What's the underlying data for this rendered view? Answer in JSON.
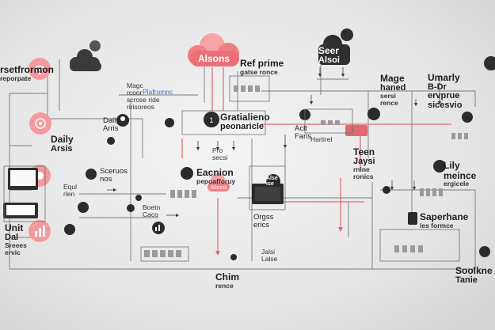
{
  "colors": {
    "accent": "#e06a70",
    "accent_light": "#f39a9e",
    "dark": "#2b2b2b",
    "line": "#6e6e6e",
    "bg": "#eaeaea"
  },
  "cloud_main": {
    "text": "Alsons"
  },
  "cloud_small": {
    "text": "Alsons"
  },
  "labels": {
    "ext_performance": [
      "rsetfrormon",
      "reporpate"
    ],
    "daily_arsis": [
      "Daily",
      "Arsis"
    ],
    "unit_dal": [
      "Unit",
      "Dal",
      "Sreees",
      "ervic"
    ],
    "magc_crese": [
      "Magc",
      "rcoor",
      "scrose ride",
      "ririsoreos"
    ],
    "daily_arris_mid": [
      "Daily",
      "Arris"
    ],
    "ref_prime": [
      "Ref prime",
      "gatse ronce"
    ],
    "platform_blue": [
      "Plafromnc"
    ],
    "gratia_lieno": [
      "Gratialieno",
      "peonaricle"
    ],
    "aclt_faris": [
      "Aclt",
      "Faris"
    ],
    "pro_secsi": [
      "Pro",
      "secsi"
    ],
    "sceruos": [
      "Sceruos",
      "nos"
    ],
    "equl_rlen": [
      "Equl",
      "rlen"
    ],
    "eacnion": [
      "Eacnion",
      "pepoafforuy"
    ],
    "boetn_caco": [
      "Boetn",
      "Caco"
    ],
    "orgss": [
      "Orgss",
      "erics"
    ],
    "chim_rence": [
      "Chim",
      "rence"
    ],
    "seer_alsoi": [
      "Seer",
      "Alsoi"
    ],
    "mage_haned": [
      "Mage",
      "haned",
      "sersi",
      "rence"
    ],
    "hartirel": [
      "Hartirel"
    ],
    "teen_jaysi": [
      "Teen",
      "Jaysi",
      "rnine",
      "ronics"
    ],
    "umarly": [
      "Umarly",
      "B-Dr",
      "ervprue",
      "sicesvio"
    ],
    "lily_mence": [
      "Lily meince",
      "ergicele"
    ],
    "saperhane": [
      "Saperhane",
      "les formce"
    ],
    "jalsi_lalse": [
      "Jalsi",
      "Lalse"
    ],
    "soolkne": [
      "Soolkne",
      "Tanie"
    ],
    "ise_badge": [
      "Alse",
      "ise"
    ]
  }
}
